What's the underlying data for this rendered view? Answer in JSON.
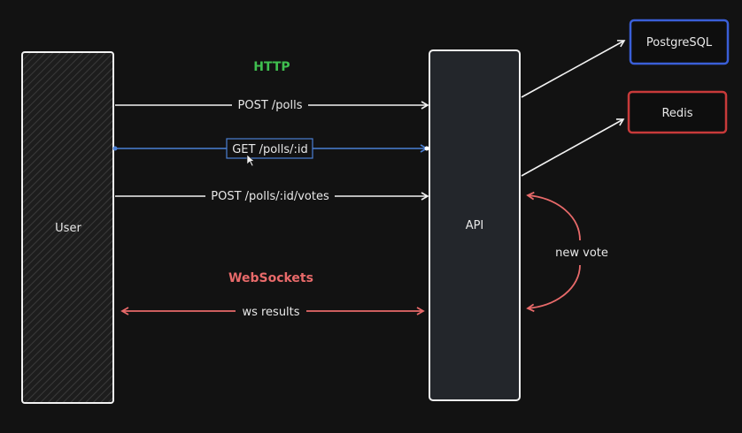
{
  "nodes": {
    "user": {
      "label": "User"
    },
    "api": {
      "label": "API"
    },
    "postgres": {
      "label": "PostgreSQL"
    },
    "redis": {
      "label": "Redis"
    }
  },
  "sections": {
    "http": {
      "label": "HTTP",
      "color": "#3fbf4f"
    },
    "websockets": {
      "label": "WebSockets",
      "color": "#e86a6a"
    }
  },
  "edges": {
    "post_polls": "POST /polls",
    "get_poll": "GET /polls/:id",
    "post_votes": "POST /polls/:id/votes",
    "ws_results": "ws results",
    "new_vote": "new vote"
  },
  "colors": {
    "background": "#121212",
    "stroke": "#f2f2f2",
    "selection": "#4a7fd4",
    "postgres_border": "#3a5fd8",
    "redis_border": "#c83a3a",
    "ws_arrow": "#e86a6a"
  }
}
